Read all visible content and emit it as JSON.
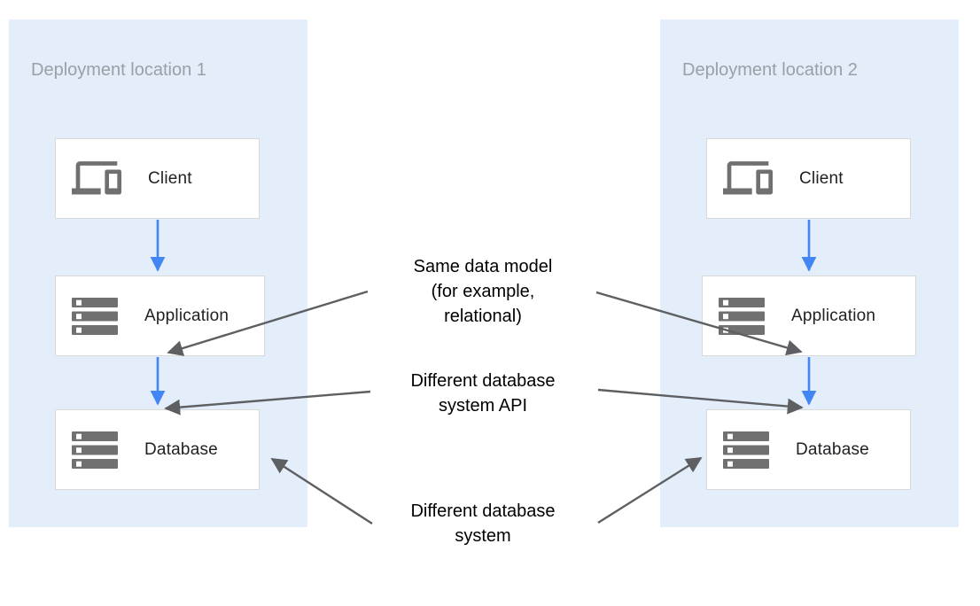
{
  "diagram": {
    "panels": [
      {
        "title": "Deployment location 1",
        "nodes": [
          {
            "label": "Client",
            "icon": "devices-icon"
          },
          {
            "label": "Application",
            "icon": "storage-icon"
          },
          {
            "label": "Database",
            "icon": "storage-icon"
          }
        ]
      },
      {
        "title": "Deployment location 2",
        "nodes": [
          {
            "label": "Client",
            "icon": "devices-icon"
          },
          {
            "label": "Application",
            "icon": "storage-icon"
          },
          {
            "label": "Database",
            "icon": "storage-icon"
          }
        ]
      }
    ],
    "annotations": [
      {
        "text": "Same data model (for example, relational)",
        "lines": [
          "Same data model",
          "(for example,",
          "relational)"
        ],
        "points_to": [
          "Application (location 1)",
          "Application (location 2)"
        ]
      },
      {
        "text": "Different database system API",
        "lines": [
          "Different database",
          "system API"
        ],
        "points_to": [
          "Database top (location 1)",
          "Database top (location 2)"
        ]
      },
      {
        "text": "Different database system",
        "lines": [
          "Different database",
          "system"
        ],
        "points_to": [
          "Database side (location 1)",
          "Database side (location 2)"
        ]
      }
    ],
    "flows": [
      {
        "from": "Client",
        "to": "Application",
        "panel": "Deployment location 1"
      },
      {
        "from": "Application",
        "to": "Database",
        "panel": "Deployment location 1"
      },
      {
        "from": "Client",
        "to": "Application",
        "panel": "Deployment location 2"
      },
      {
        "from": "Application",
        "to": "Database",
        "panel": "Deployment location 2"
      }
    ],
    "colors": {
      "panel_bg": "#e3eefa",
      "panel_title": "#9aa0a6",
      "node_border": "#d9d9d9",
      "node_text": "#202124",
      "icon_gray": "#707070",
      "flow_arrow_blue": "#4285f4",
      "annotation_arrow_gray": "#5d5f62",
      "annotation_text": "#000000"
    }
  }
}
